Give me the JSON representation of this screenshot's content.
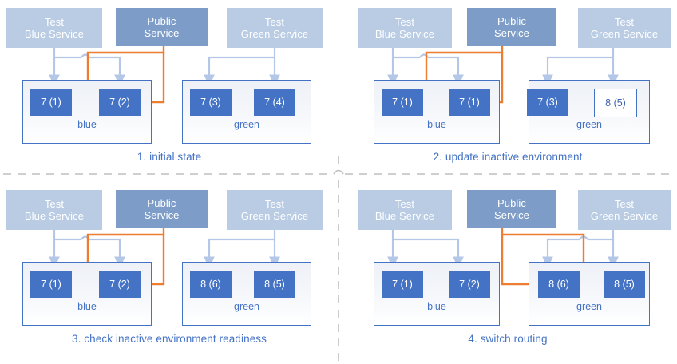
{
  "diagram": {
    "title_hidden": "",
    "colors": {
      "test_service_fill": "#b9cce4",
      "public_service_fill": "#7d9dc8",
      "node_fill": "#4472c4",
      "node_hollow_fill": "#ffffff",
      "env_border": "#4472c4",
      "caption_text": "#4472c4",
      "blue_arrow": "#b4c7e7",
      "orange_arrow": "#ed7d31",
      "divider": "#bfbfbf"
    },
    "labels": {
      "test_blue_service": "Test\nBlue Service",
      "test_blue_service_line1": "Test",
      "test_blue_service_line2": "Blue Service",
      "public_service_line1": "Public",
      "public_service_line2": "Service",
      "test_green_service_line1": "Test",
      "test_green_service_line2": "Green Service",
      "env_blue": "blue",
      "env_green": "green"
    }
  },
  "panels": [
    {
      "id": "panel-1",
      "caption": "1. initial state",
      "services": {
        "test_blue": {
          "line1": "Test",
          "line2": "Blue Service"
        },
        "public": {
          "line1": "Public",
          "line2": "Service"
        },
        "test_green": {
          "line1": "Test",
          "line2": "Green Service"
        }
      },
      "environments": [
        {
          "name": "blue",
          "label": "blue",
          "nodes": [
            {
              "label": "7 (1)",
              "style": "filled"
            },
            {
              "label": "7 (2)",
              "style": "filled"
            }
          ]
        },
        {
          "name": "green",
          "label": "green",
          "nodes": [
            {
              "label": "7 (3)",
              "style": "filled"
            },
            {
              "label": "7 (4)",
              "style": "filled"
            }
          ]
        }
      ],
      "public_routing_target": "blue"
    },
    {
      "id": "panel-2",
      "caption": "2. update inactive environment",
      "services": {
        "test_blue": {
          "line1": "Test",
          "line2": "Blue Service"
        },
        "public": {
          "line1": "Public",
          "line2": "Service"
        },
        "test_green": {
          "line1": "Test",
          "line2": "Green Service"
        }
      },
      "environments": [
        {
          "name": "blue",
          "label": "blue",
          "nodes": [
            {
              "label": "7 (1)",
              "style": "filled"
            },
            {
              "label": "7 (1)",
              "style": "filled"
            }
          ]
        },
        {
          "name": "green",
          "label": "green",
          "nodes": [
            {
              "label": "7 (3)",
              "style": "filled"
            },
            {
              "label": "8 (5)",
              "style": "hollow"
            }
          ]
        }
      ],
      "public_routing_target": "blue"
    },
    {
      "id": "panel-3",
      "caption": "3. check inactive environment readiness",
      "services": {
        "test_blue": {
          "line1": "Test",
          "line2": "Blue Service"
        },
        "public": {
          "line1": "Public",
          "line2": "Service"
        },
        "test_green": {
          "line1": "Test",
          "line2": "Green Service"
        }
      },
      "environments": [
        {
          "name": "blue",
          "label": "blue",
          "nodes": [
            {
              "label": "7 (1)",
              "style": "filled"
            },
            {
              "label": "7 (2)",
              "style": "filled"
            }
          ]
        },
        {
          "name": "green",
          "label": "green",
          "nodes": [
            {
              "label": "8 (6)",
              "style": "filled"
            },
            {
              "label": "8 (5)",
              "style": "filled"
            }
          ]
        }
      ],
      "public_routing_target": "blue"
    },
    {
      "id": "panel-4",
      "caption": "4. switch routing",
      "services": {
        "test_blue": {
          "line1": "Test",
          "line2": "Blue Service"
        },
        "public": {
          "line1": "Public",
          "line2": "Service"
        },
        "test_green": {
          "line1": "Test",
          "line2": "Green Service"
        }
      },
      "environments": [
        {
          "name": "blue",
          "label": "blue",
          "nodes": [
            {
              "label": "7 (1)",
              "style": "filled"
            },
            {
              "label": "7 (2)",
              "style": "filled"
            }
          ]
        },
        {
          "name": "green",
          "label": "green",
          "nodes": [
            {
              "label": "8 (6)",
              "style": "filled"
            },
            {
              "label": "8 (5)",
              "style": "filled"
            }
          ]
        }
      ],
      "public_routing_target": "green"
    }
  ]
}
